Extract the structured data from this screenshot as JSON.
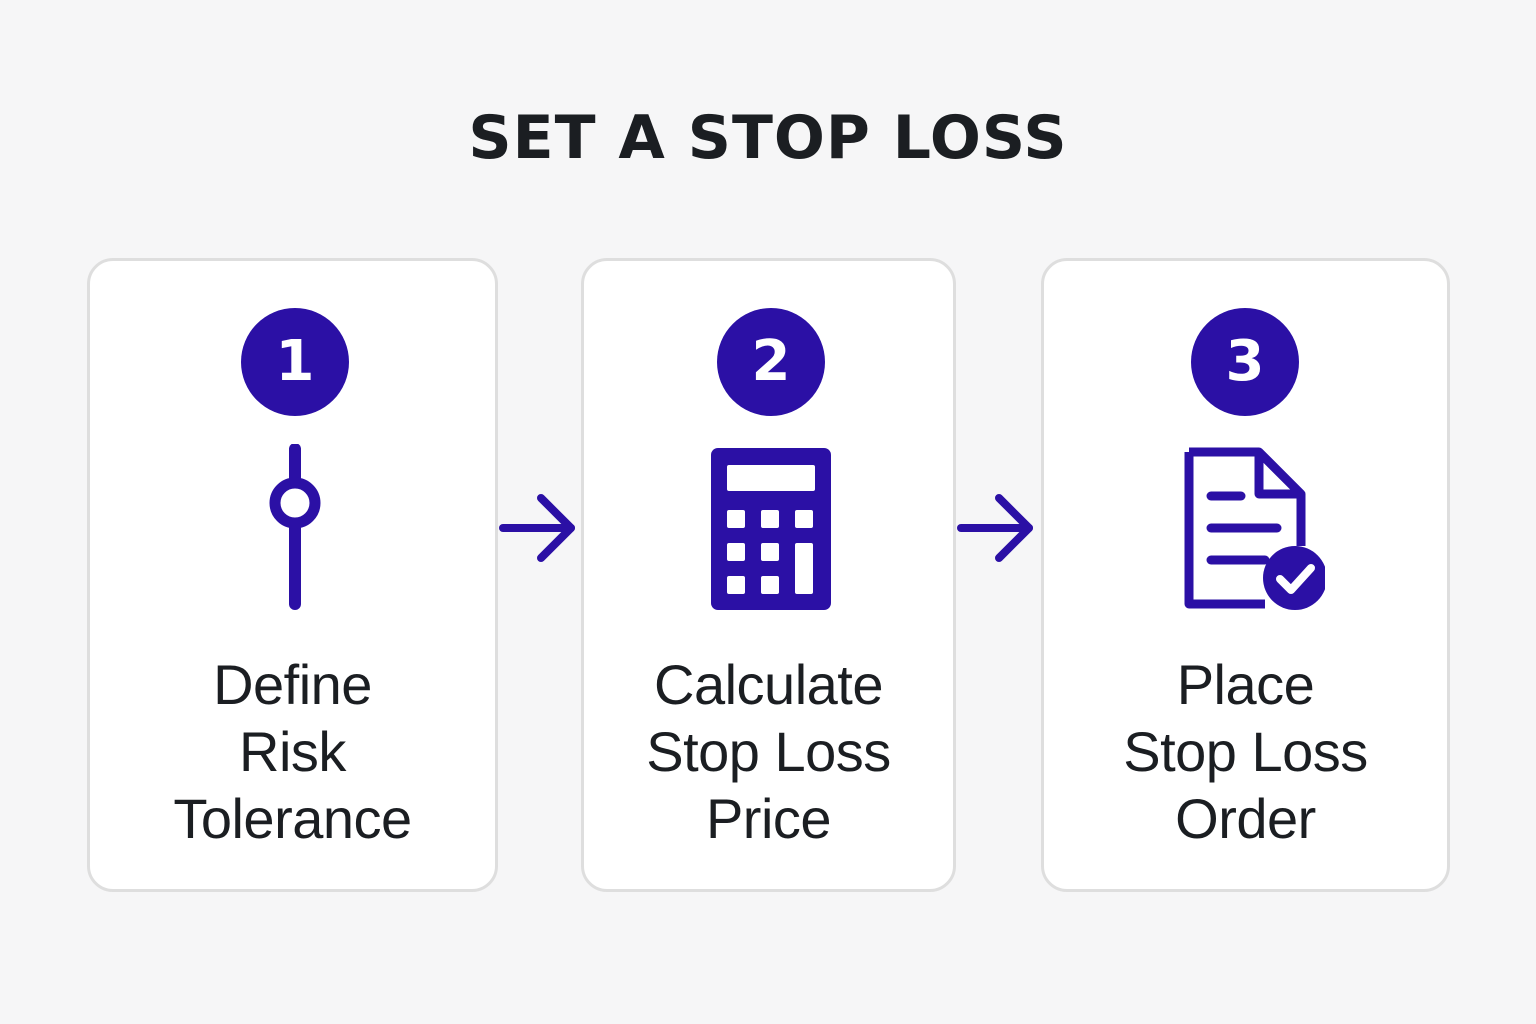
{
  "title": "SET A STOP LOSS",
  "accent_color": "#2b10a5",
  "steps": [
    {
      "number": "1",
      "icon": "slider-icon",
      "label_lines": [
        "Define",
        "Risk",
        "Tolerance"
      ]
    },
    {
      "number": "2",
      "icon": "calculator-icon",
      "label_lines": [
        "Calculate",
        "Stop Loss",
        "Price"
      ]
    },
    {
      "number": "3",
      "icon": "document-check-icon",
      "label_lines": [
        "Place",
        "Stop Loss",
        "Order"
      ]
    }
  ],
  "connectors": [
    {
      "icon": "arrow-right-icon"
    },
    {
      "icon": "arrow-right-icon"
    }
  ]
}
